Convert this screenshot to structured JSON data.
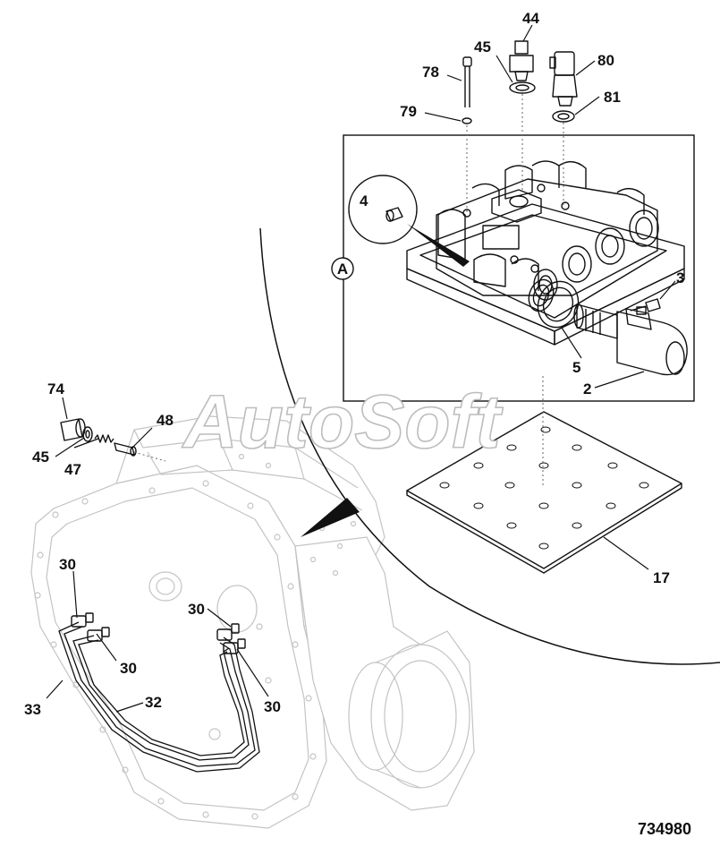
{
  "diagram": {
    "watermark": "AutoSoft",
    "reference_number": "734980",
    "detail_marker": "A",
    "callouts": {
      "c44": "44",
      "c45_top": "45",
      "c80": "80",
      "c78": "78",
      "c79": "79",
      "c81": "81",
      "c4": "4",
      "c3": "3",
      "c5": "5",
      "c2": "2",
      "c17": "17",
      "c74": "74",
      "c48": "48",
      "c45_left": "45",
      "c47": "47",
      "c30_a": "30",
      "c30_b": "30",
      "c30_c": "30",
      "c30_d": "30",
      "c33": "33",
      "c32": "32"
    }
  }
}
